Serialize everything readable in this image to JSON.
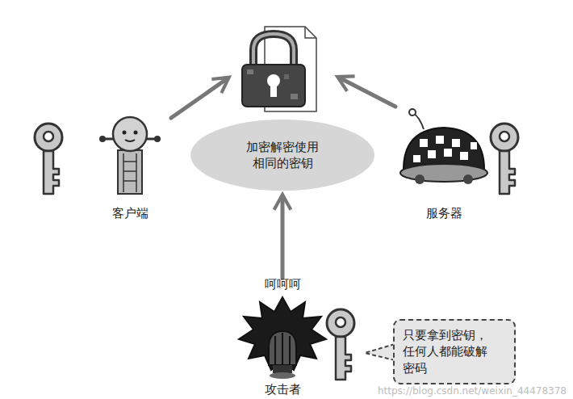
{
  "diagram": {
    "nodes": [
      {
        "text": [
          "客户端"
        ]
      },
      {
        "text": [
          "加密解密使用 相同的密钥"
        ]
      },
      {
        "text": [
          "服务器"
        ]
      },
      {
        "text": [
          "呵呵呵",
          "攻击者"
        ]
      },
      {
        "text": [
          "只要拿到密钥， 任何人都能破解 密码"
        ]
      }
    ],
    "edges": [
      {
        "from": 3,
        "to": 1,
        "arrow": "to"
      }
    ],
    "labels": [
      "https://blog.csdn.net/weixin_44478378"
    ]
  }
}
